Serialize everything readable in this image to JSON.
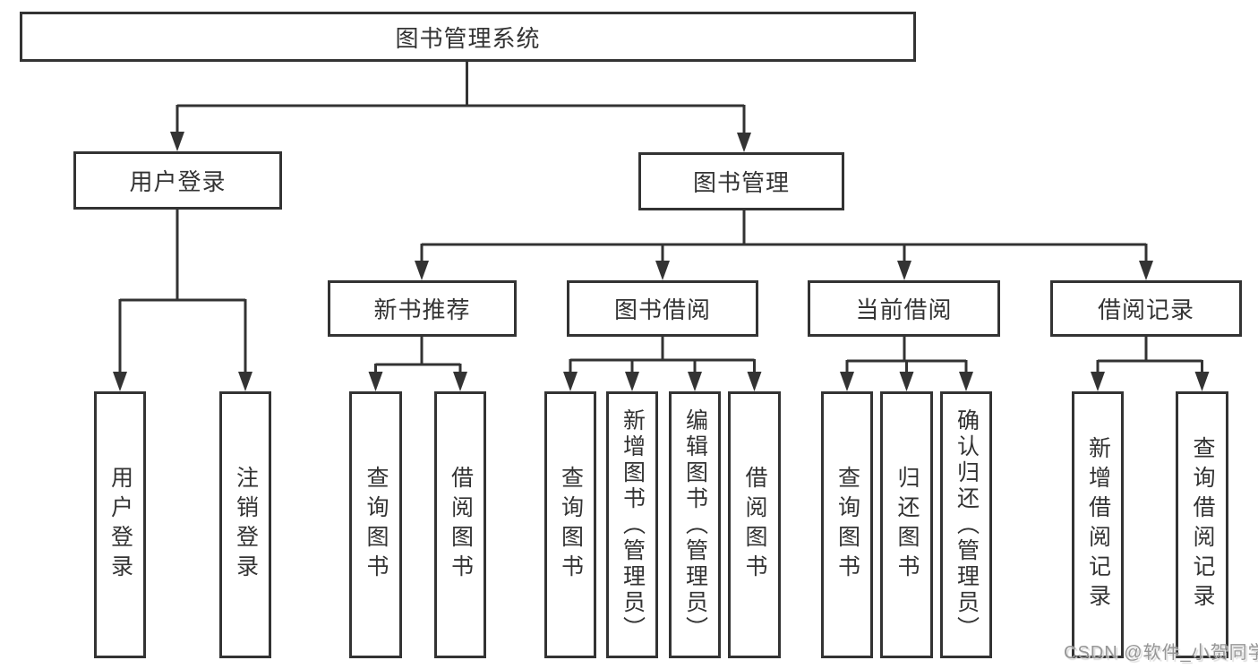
{
  "diagram": {
    "title": "图书管理系统",
    "branches": [
      {
        "label": "用户登录",
        "children": [
          {
            "label": "用户登录"
          },
          {
            "label": "注销登录"
          }
        ]
      },
      {
        "label": "图书管理",
        "groups": [
          {
            "label": "新书推荐",
            "children": [
              {
                "label": "查询图书"
              },
              {
                "label": "借阅图书"
              }
            ]
          },
          {
            "label": "图书借阅",
            "children": [
              {
                "label": "查询图书"
              },
              {
                "label": "新增图书（管理员）"
              },
              {
                "label": "编辑图书（管理员）"
              },
              {
                "label": "借阅图书"
              }
            ]
          },
          {
            "label": "当前借阅",
            "children": [
              {
                "label": "查询图书"
              },
              {
                "label": "归还图书"
              },
              {
                "label": "确认归还（管理员）"
              }
            ]
          },
          {
            "label": "借阅记录",
            "children": [
              {
                "label": "新增借阅记录"
              },
              {
                "label": "查询借阅记录"
              }
            ]
          }
        ]
      }
    ]
  },
  "watermark": {
    "text": "CSDN @软件_小贺同学"
  },
  "colors": {
    "line": "#333333",
    "border": "#333333",
    "text": "#333333",
    "background": "#ffffff",
    "watermark": "#969696"
  }
}
